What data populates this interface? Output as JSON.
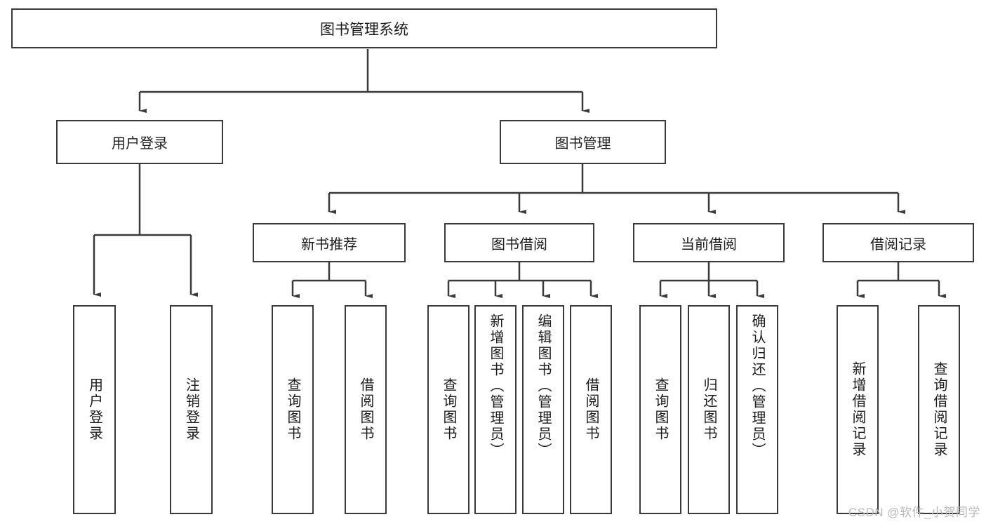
{
  "diagram": {
    "type": "tree-hierarchy-chart",
    "title": "图书管理系统",
    "root": {
      "label": "图书管理系统"
    },
    "level1": [
      {
        "label": "用户登录"
      },
      {
        "label": "图书管理"
      }
    ],
    "level2": [
      {
        "label": "新书推荐"
      },
      {
        "label": "图书借阅"
      },
      {
        "label": "当前借阅"
      },
      {
        "label": "借阅记录"
      }
    ],
    "leaves": {
      "user_login": [
        {
          "label": "用户登录"
        },
        {
          "label": "注销登录"
        }
      ],
      "new_book_recommend": [
        {
          "label": "查询图书"
        },
        {
          "label": "借阅图书"
        }
      ],
      "book_borrow": [
        {
          "label": "查询图书"
        },
        {
          "label": "新增图书（管理员）"
        },
        {
          "label": "编辑图书（管理员）"
        },
        {
          "label": "借阅图书"
        }
      ],
      "current_borrow": [
        {
          "label": "查询图书"
        },
        {
          "label": "归还图书"
        },
        {
          "label": "确认归还（管理员）"
        }
      ],
      "borrow_record": [
        {
          "label": "新增借阅记录"
        },
        {
          "label": "查询借阅记录"
        }
      ]
    }
  },
  "watermark": {
    "text": "CSDN @软件_小贺同学"
  },
  "colors": {
    "stroke": "#3a3a3a",
    "background": "#ffffff",
    "text": "#1c1c1c",
    "watermark": "#b9b9b9"
  }
}
